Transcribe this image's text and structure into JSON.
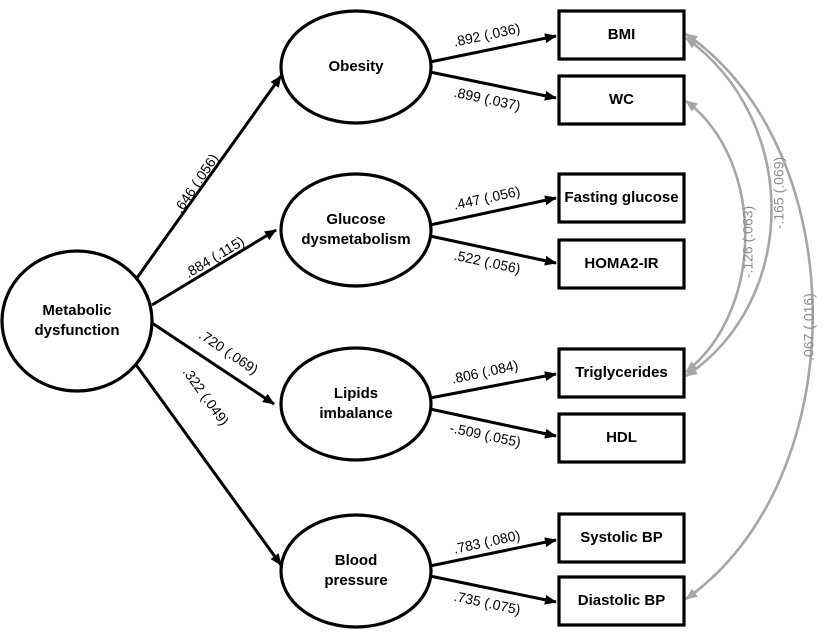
{
  "latent": {
    "metabolic": "Metabolic|dysfunction",
    "obesity": "Obesity",
    "glucose": "Glucose|dysmetabolism",
    "lipids": "Lipids|imbalance",
    "bp": "Blood|pressure"
  },
  "observed": {
    "bmi": "BMI",
    "wc": "WC",
    "fasting": "Fasting glucose",
    "homa": "HOMA2-IR",
    "trig": "Triglycerides",
    "hdl": "HDL",
    "sbp": "Systolic BP",
    "dbp": "Diastolic BP"
  },
  "paths": {
    "metabolic_obesity": ".646 (.056)",
    "metabolic_glucose": ".884 (.115)",
    "metabolic_lipids": ".720 (.069)",
    "metabolic_bp": ".322 (.049)",
    "obesity_bmi": ".892 (.036)",
    "obesity_wc": ".899 (.037)",
    "glucose_fasting": ".447 (.056)",
    "glucose_homa": ".522 (.056)",
    "lipids_trig": ".806 (.084)",
    "lipids_hdl": "-.509 (.055)",
    "bp_sbp": ".783 (.080)",
    "bp_dbp": ".735 (.075)"
  },
  "covariances": {
    "wc_trig": "-.126 (.063)",
    "bmi_trig": "-.165 (.069)",
    "bmi_dbp": ".067 (.016)"
  },
  "colors": {
    "edge": "#000000",
    "covariance": "#a6a6a6",
    "covariance_label": "#8c8c8c"
  }
}
